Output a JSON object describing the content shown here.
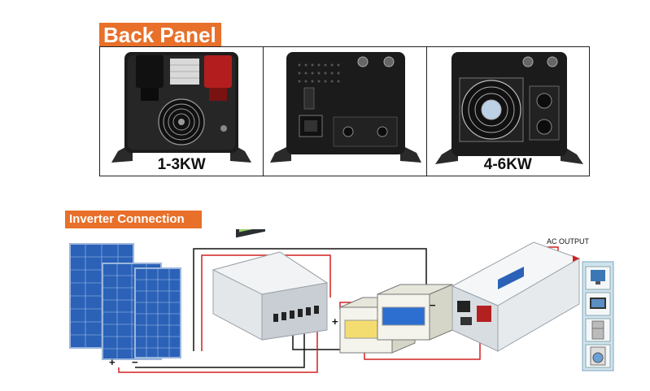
{
  "colors": {
    "tag_orange": "#e8702a",
    "wire_red": "#d42020",
    "wire_black": "#111111",
    "panel_blue": "#2b62b8",
    "inverter_body": "#e9ecef",
    "charger_body": "#dfe3e6"
  },
  "back_panel": {
    "title": "Back Panel",
    "cells": [
      {
        "caption": "1-3KW"
      },
      {
        "caption": ""
      },
      {
        "caption": "4-6KW"
      }
    ]
  },
  "connection": {
    "title": "Inverter Connection",
    "ac_output_label": "AC OUTPUT",
    "solar_plus": "+",
    "solar_minus": "−",
    "battery_plus": "+",
    "battery_minus": "−"
  },
  "icons": {
    "panel_1": "solar-panel-icon",
    "charger": "charge-controller-icon",
    "battery": "battery-icon",
    "inverter": "inverter-icon",
    "fan": "cooling-fan-icon",
    "devices": [
      "computer-icon",
      "tv-icon",
      "refrigerator-icon",
      "washing-machine-icon"
    ]
  }
}
